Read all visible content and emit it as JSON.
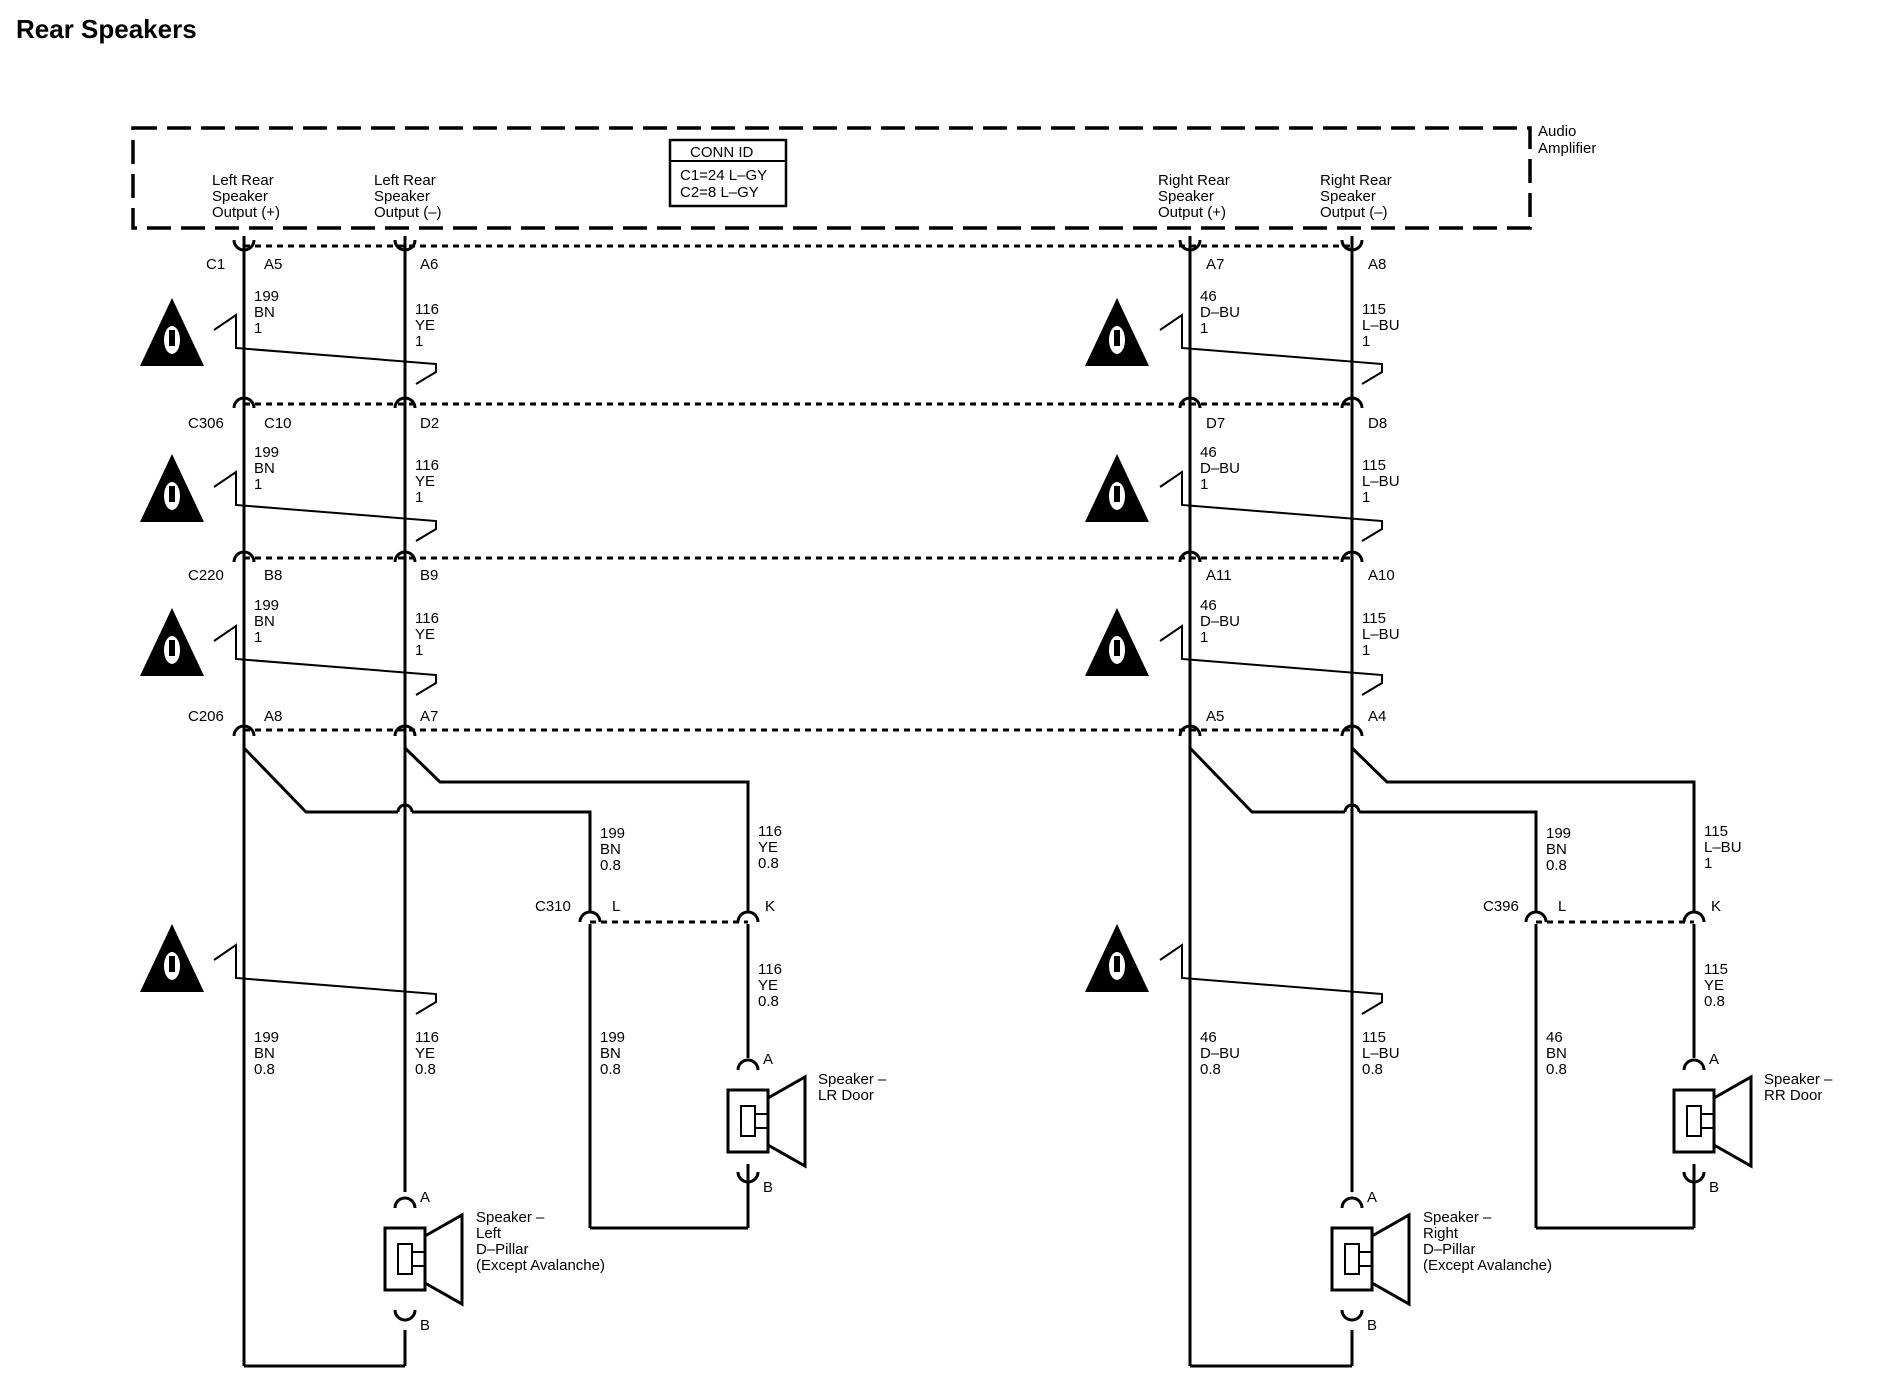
{
  "title": "Rear Speakers",
  "conn_id": {
    "heading": "CONN ID",
    "line1": "C1=24 L–GY",
    "line2": "C2=8 L–GY"
  },
  "amplifier_label": [
    "Audio",
    "Amplifier"
  ],
  "outputs": {
    "lr_pos": [
      "Left Rear",
      "Speaker",
      "Output (+)"
    ],
    "lr_neg": [
      "Left Rear",
      "Speaker",
      "Output (–)"
    ],
    "rr_pos": [
      "Right Rear",
      "Speaker",
      "Output (+)"
    ],
    "rr_neg": [
      "Right Rear",
      "Speaker",
      "Output (–)"
    ]
  },
  "connectors": {
    "c1": {
      "name": "C1",
      "pins": [
        "A5",
        "A6",
        "A7",
        "A8"
      ]
    },
    "c306": {
      "name": "C306",
      "pins": [
        "C10",
        "D2",
        "D7",
        "D8"
      ]
    },
    "c220": {
      "name": "C220",
      "pins": [
        "B8",
        "B9",
        "A11",
        "A10"
      ]
    },
    "c206": {
      "name": "C206",
      "pins": [
        "A8",
        "A7",
        "A5",
        "A4"
      ]
    },
    "c310": {
      "name": "C310",
      "pins": [
        "L",
        "K"
      ]
    },
    "c396": {
      "name": "C396",
      "pins": [
        "L",
        "K"
      ]
    }
  },
  "wires": {
    "w199_1": [
      "199",
      "BN",
      "1"
    ],
    "w116_1": [
      "116",
      "YE",
      "1"
    ],
    "w46_1": [
      "46",
      "D–BU",
      "1"
    ],
    "w115_1": [
      "115",
      "L–BU",
      "1"
    ],
    "w199_08": [
      "199",
      "BN",
      "0.8"
    ],
    "w116_08": [
      "116",
      "YE",
      "0.8"
    ],
    "w46_08": [
      "46",
      "D–BU",
      "0.8"
    ],
    "w115_08": [
      "115",
      "L–BU",
      "0.8"
    ],
    "w115_yel": [
      "115",
      "YE",
      "0.8"
    ],
    "w46_bn": [
      "46",
      "BN",
      "0.8"
    ]
  },
  "speakers": {
    "left_pillar": [
      "Speaker –",
      "Left",
      "D–Pillar",
      "(Except Avalanche)"
    ],
    "right_pillar": [
      "Speaker –",
      "Right",
      "D–Pillar",
      "(Except Avalanche)"
    ],
    "lr_door": [
      "Speaker –",
      "LR Door"
    ],
    "rr_door": [
      "Speaker –",
      "RR Door"
    ],
    "pin_a": "A",
    "pin_b": "B"
  }
}
